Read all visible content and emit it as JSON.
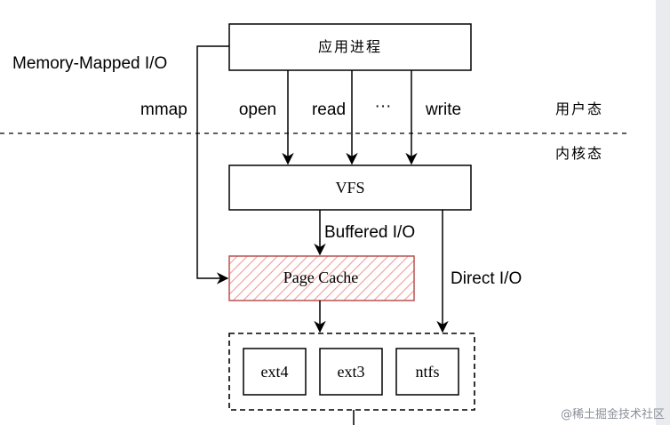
{
  "boxes": {
    "app_process": "应用进程",
    "vfs": "VFS",
    "page_cache": "Page Cache",
    "fs": [
      "ext4",
      "ext3",
      "ntfs"
    ]
  },
  "labels": {
    "memory_mapped": "Memory-Mapped I/O",
    "mmap": "mmap",
    "open": "open",
    "read": "read",
    "ellipsis": "···",
    "write": "write",
    "user_space": "用户态",
    "kernel_space": "内核态",
    "buffered_io": "Buffered I/O",
    "direct_io": "Direct I/O"
  },
  "colors": {
    "page_cache_border": "#b85450",
    "page_cache_hatch": "#f19c99"
  },
  "watermark": "@稀土掘金技术社区"
}
